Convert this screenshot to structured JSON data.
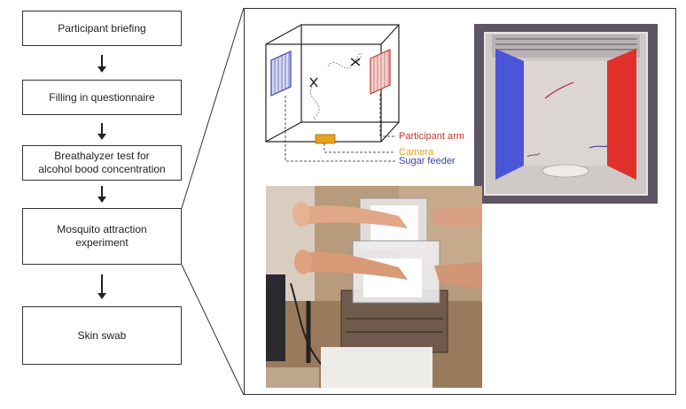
{
  "steps": [
    "Participant briefing",
    "Filling in questionnaire",
    "Breathalyzer test for\nalcohol bood concentration",
    "Mosquito attraction\nexperiment",
    "Skin swab"
  ],
  "labels": {
    "participant_arm": "Participant arm",
    "camera": "Camera",
    "sugar_feeder": "Sugar feeder"
  },
  "colors": {
    "participant_arm": "#c0392b",
    "camera": "#e8a21e",
    "sugar_feeder": "#3b3fa0"
  }
}
